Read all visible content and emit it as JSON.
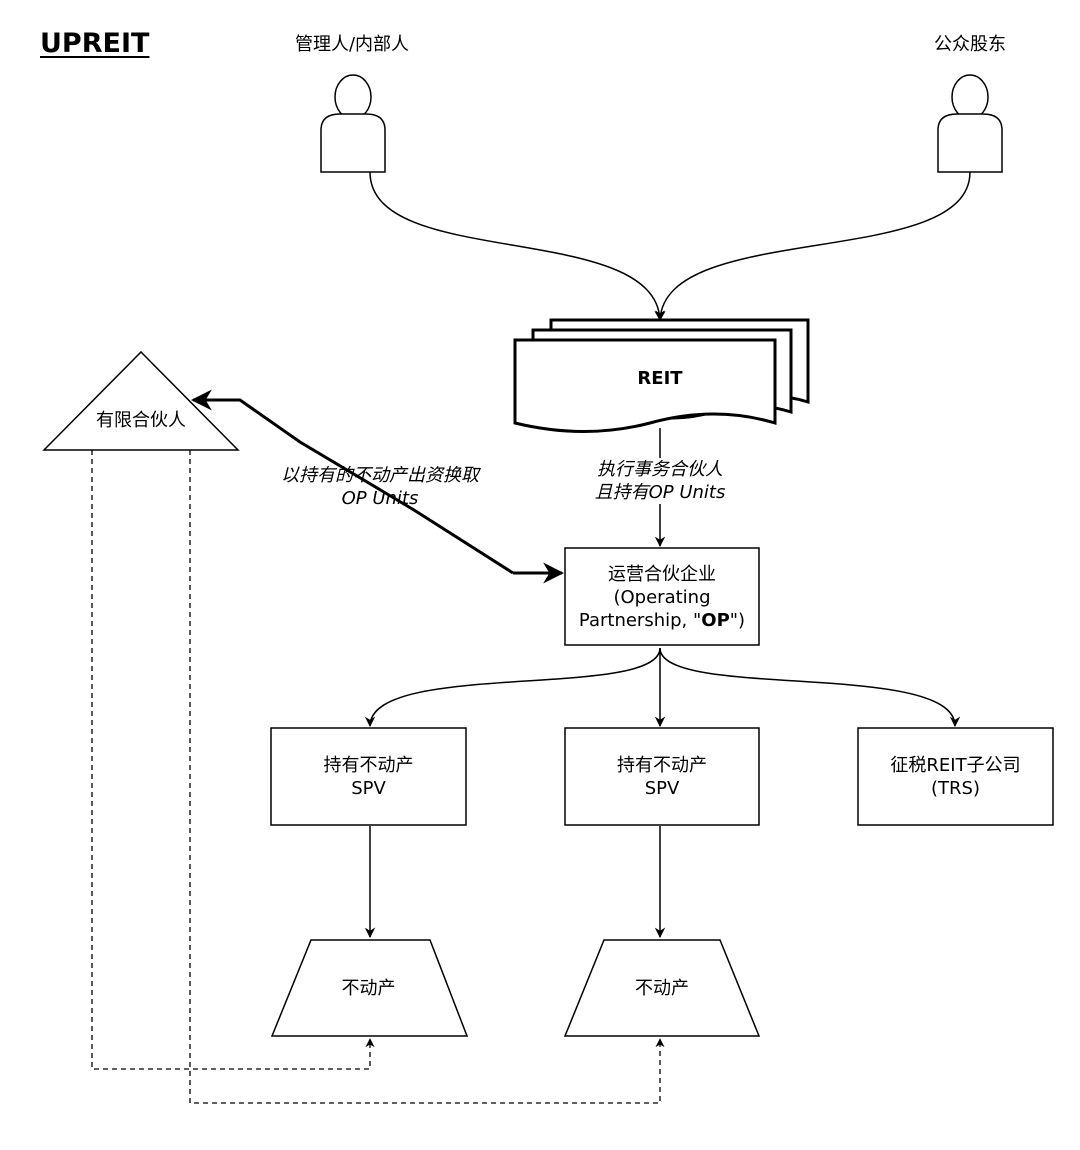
{
  "title": "UPREIT",
  "actors": {
    "manager": "管理人/内部人",
    "public": "公众股东"
  },
  "reit": {
    "label": "REIT"
  },
  "lp": {
    "label": "有限合伙人"
  },
  "edge_lp": {
    "line1": "以持有的不动产出资换取",
    "line2": "OP Units"
  },
  "edge_reit": {
    "line1": "执行事务合伙人",
    "line2": "且持有OP Units"
  },
  "op": {
    "line1": "运营合伙企业",
    "line2": "(Operating",
    "line3_pre": "Partnership, \"",
    "line3_bold": "OP",
    "line3_post": "\")"
  },
  "spv1": {
    "line1": "持有不动产",
    "line2": "SPV"
  },
  "spv2": {
    "line1": "持有不动产",
    "line2": "SPV"
  },
  "trs": {
    "line1": "征税REIT子公司",
    "line2": "(TRS)"
  },
  "property1": {
    "label": "不动产"
  },
  "property2": {
    "label": "不动产"
  }
}
